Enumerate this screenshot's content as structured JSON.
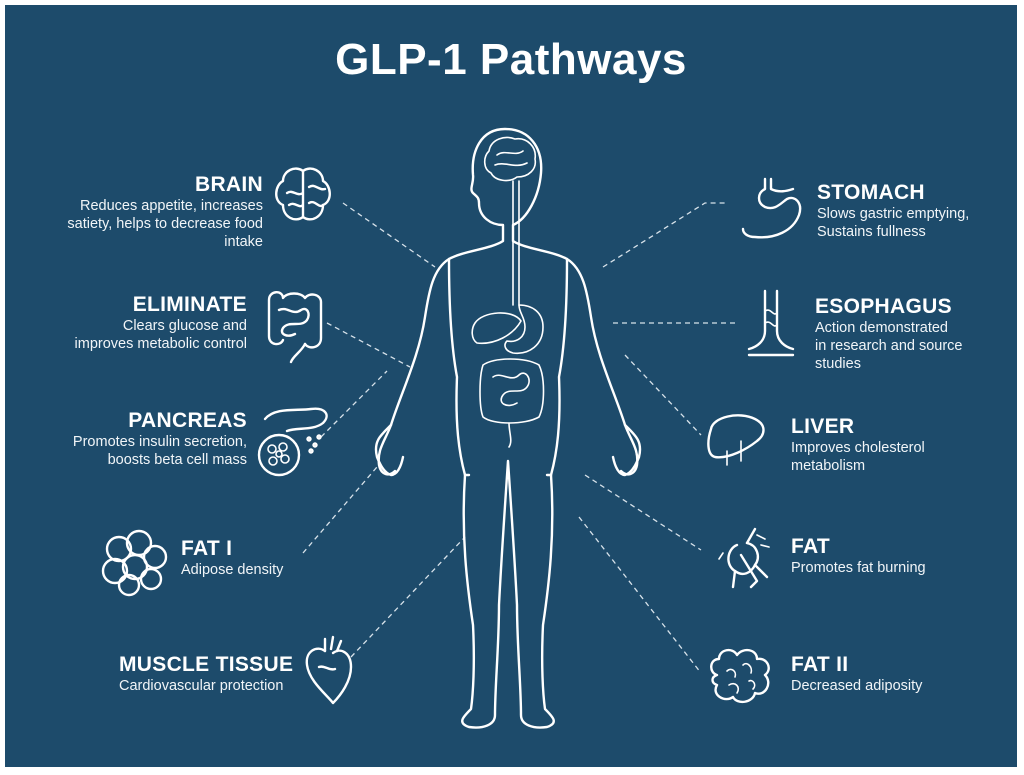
{
  "title": "GLP-1 Pathways",
  "colors": {
    "background": "#1d4b6b",
    "lines": "#ffffff",
    "connector": "#d7e2ea"
  },
  "left": [
    {
      "heading": "BRAIN",
      "desc": [
        "Reduces appetite, increases",
        "satiety, helps to decrease food",
        "intake"
      ],
      "icon": "brain-icon"
    },
    {
      "heading": "ELIMINATE",
      "desc": [
        "Clears glucose and",
        "improves metabolic control"
      ],
      "icon": "intestine-icon"
    },
    {
      "heading": "PANCREAS",
      "desc": [
        "Promotes insulin secretion,",
        "boosts beta cell mass"
      ],
      "icon": "pancreas-icon"
    },
    {
      "heading": "FAT I",
      "desc": [
        "Adipose density"
      ],
      "icon": "fat-cells-icon"
    },
    {
      "heading": "MUSCLE TISSUE",
      "desc": [
        "Cardiovascular protection"
      ],
      "icon": "heart-icon"
    }
  ],
  "right": [
    {
      "heading": "STOMACH",
      "desc": [
        "Slows gastric emptying,",
        "Sustains fullness"
      ],
      "icon": "stomach-icon"
    },
    {
      "heading": "ESOPHAGUS",
      "desc": [
        "Action demonstrated",
        "in research and source",
        "studies"
      ],
      "icon": "esophagus-icon"
    },
    {
      "heading": "LIVER",
      "desc": [
        "Improves cholesterol",
        "metabolism"
      ],
      "icon": "liver-icon"
    },
    {
      "heading": "FAT",
      "desc": [
        "Promotes fat burning"
      ],
      "icon": "adipose-tissue-icon"
    },
    {
      "heading": "FAT II",
      "desc": [
        "Decreased adiposity"
      ],
      "icon": "fat-cluster-icon"
    }
  ]
}
